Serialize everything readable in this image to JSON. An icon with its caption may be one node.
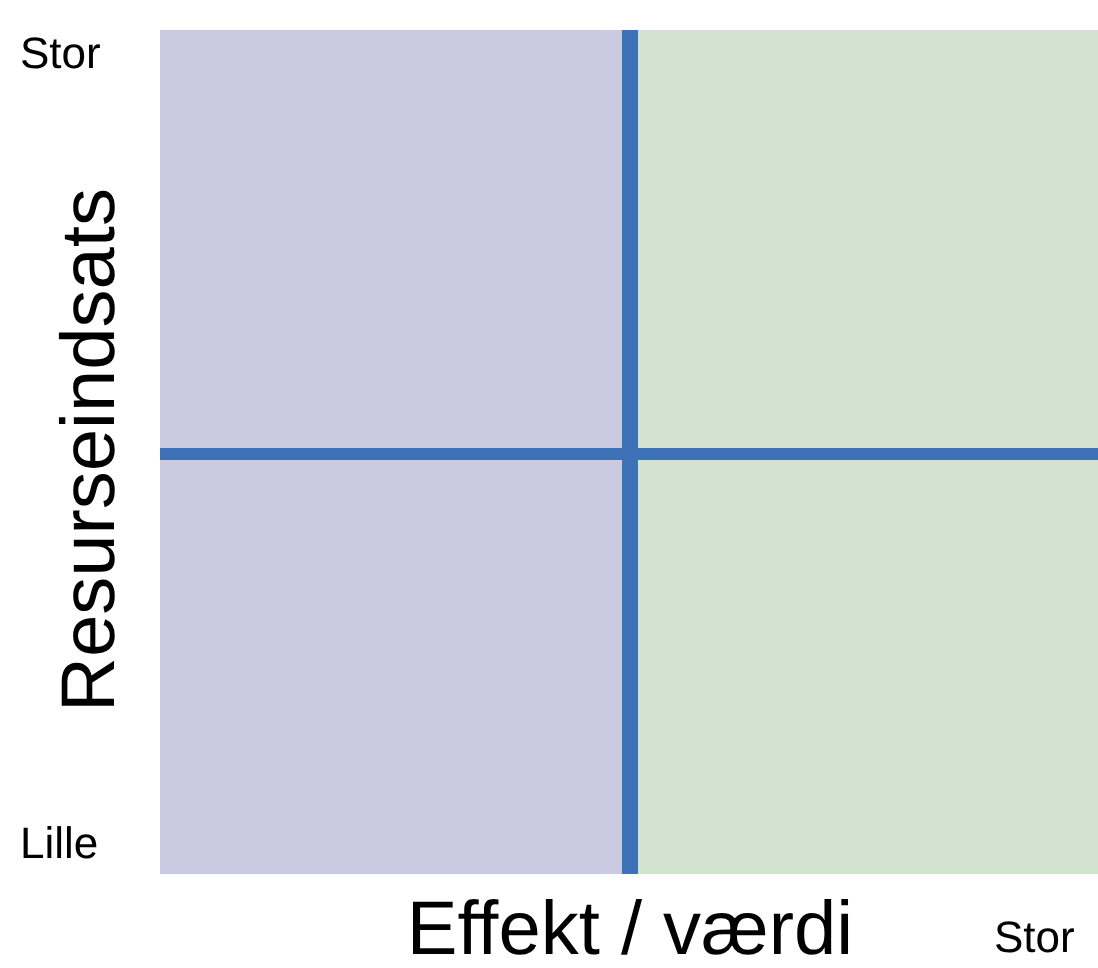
{
  "diagram": {
    "labels": [
      "Stor",
      "Resurseindsats",
      "Lille",
      "Effekt / værdi",
      "Stor"
    ]
  }
}
